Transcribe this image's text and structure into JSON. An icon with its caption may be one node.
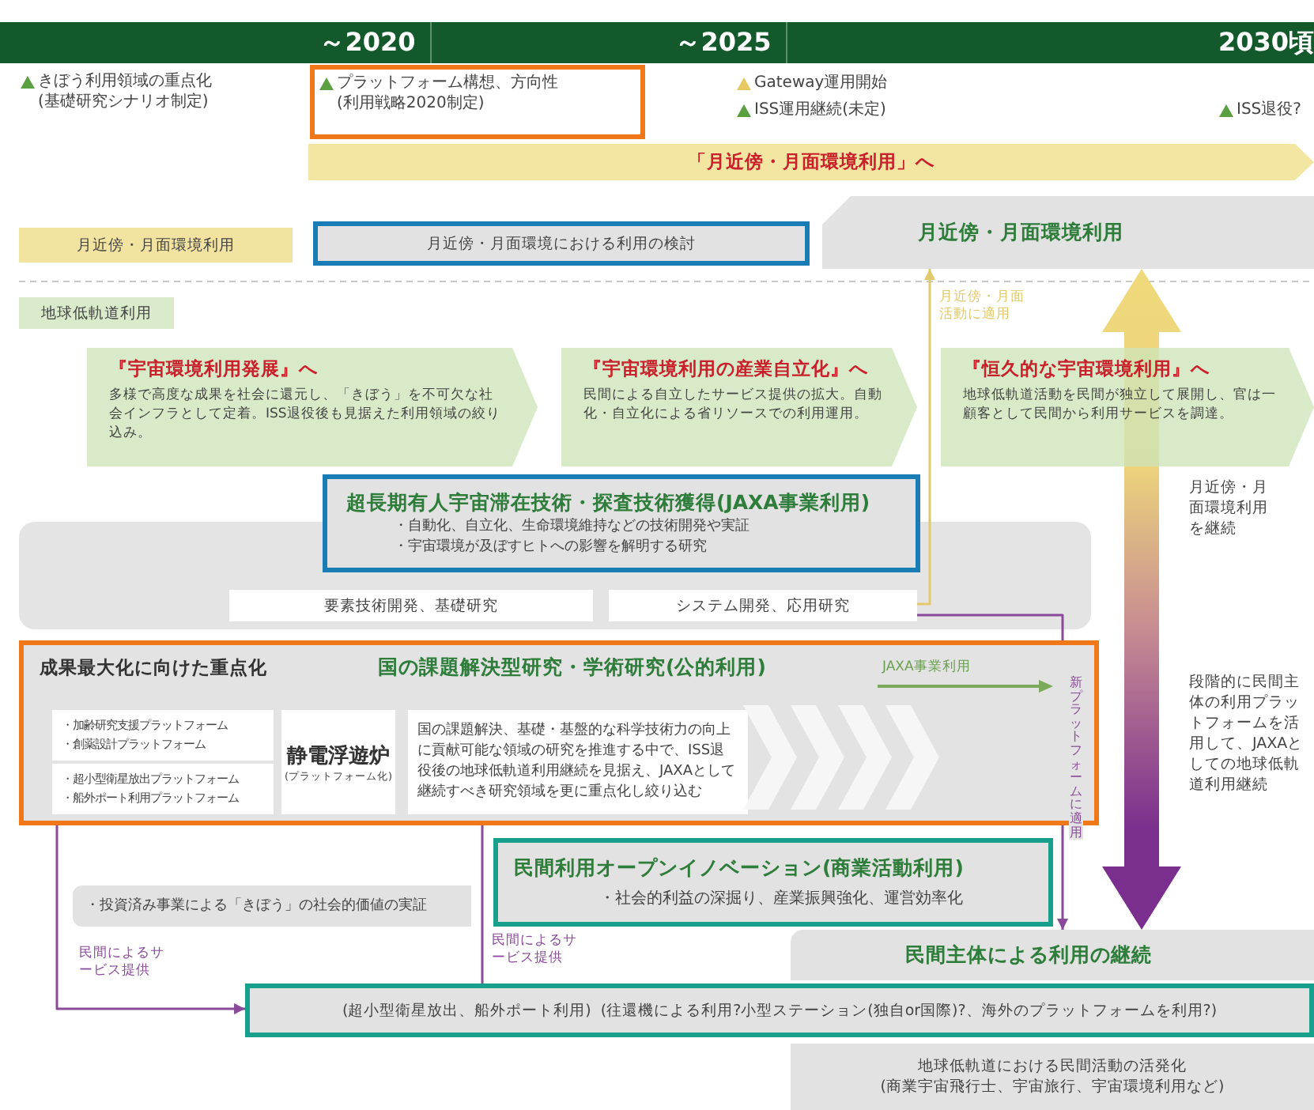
{
  "diagram": {
    "nodes": [
      {
        "text": [
          "「月近傍・月面環境利用」へ"
        ]
      },
      {
        "text": [
          "月近傍・月面環境利用"
        ]
      },
      {
        "text": [
          "月近傍・月面環境における利用の検討"
        ]
      },
      {
        "text": [
          "月近傍・月面環境利用"
        ]
      },
      {
        "text": [
          "地球低軌道利用"
        ]
      },
      {
        "text": [
          "『宇宙環境利用発展』へ",
          "多様で高度な成果を社会に還元し、「きぼう」を不可欠な社会インフラとして定着。ISS退役後も見据えた利用領域の絞り込み。"
        ]
      },
      {
        "text": [
          "『宇宙環境利用の産業自立化』へ",
          "民間による自立したサービス提供の拡大。自動化・自立化による省リソースでの利用運用。"
        ]
      },
      {
        "text": [
          "『恒久的な宇宙環境利用』へ",
          "地球低軌道活動を民間が独立して展開し、官は一顧客として民間から利用サービスを調達。"
        ]
      },
      {
        "text": [
          "超長期有人宇宙滞在技術・探査技術獲得(JAXA事業利用)",
          "・自動化、自立化、生命環境維持などの技術開発や実証",
          "・宇宙環境が及ぼすヒトへの影響を解明する研究"
        ]
      },
      {
        "text": [
          "要素技術開発、基礎研究"
        ]
      },
      {
        "text": [
          "システム開発、応用研究"
        ]
      },
      {
        "text": [
          "成果最大化に向けた重点化",
          "国の課題解決型研究・学術研究(公的利用)"
        ]
      },
      {
        "text": [
          "・加齢研究支援プラットフォーム",
          "・創薬設計プラットフォーム"
        ],
        "in": 11
      },
      {
        "text": [
          "・超小型衛星放出プラットフォーム",
          "・船外ポート利用プラットフォーム"
        ],
        "in": 11
      },
      {
        "text": [
          "静電浮遊炉",
          "(プラットフォーム化)"
        ],
        "in": 11
      },
      {
        "text": [
          "国の課題解決、基礎・基盤的な科学技術力の向上に貢献可能な領域の研究を推進する中で、ISS退役後の地球低軌道利用継続を見据え、JAXAとして継続すべき研究領域を更に重点化し絞り込む"
        ],
        "in": 11
      },
      {
        "text": [
          "・投資済み事業による「きぼう」の社会的価値の実証"
        ]
      },
      {
        "text": [
          "民間利用オープンイノベーション(商業活動利用)",
          "・社会的利益の深掘り、産業振興強化、運営効率化"
        ]
      },
      {
        "text": [
          "民間主体による利用の継続"
        ]
      },
      {
        "text": [
          "(超小型衛星放出、船外ポート利用)",
          "(往還機による利用?小型ステーション(独自or国際)?、海外のプラットフォームを利用?)"
        ]
      },
      {
        "text": [
          "地球低軌道における民間活動の活発化",
          "(商業宇宙飛行士、宇宙旅行、宇宙環境利用など)"
        ]
      }
    ],
    "edges": [
      {
        "from": 13,
        "to": 19,
        "arrow": "to",
        "label": "民間によるサービス提供"
      },
      {
        "from": 15,
        "to": 19,
        "arrow": "none",
        "label": "民間によるサービス提供"
      },
      {
        "from": 10,
        "to": 3,
        "arrow": "to",
        "label": "月近傍・月面活動に適用",
        "color": "#e2c96e"
      },
      {
        "from": 10,
        "to": 18,
        "arrow": "to",
        "label": "新プラットフォームに適用"
      },
      {
        "from": 3,
        "to": 18,
        "arrow": "both",
        "style": "thick"
      }
    ],
    "labels": [
      "～2020",
      "～2025",
      "2030頃",
      "きぼう利用領域の重点化(基礎研究シナリオ制定)",
      "プラットフォーム構想、方向性(利用戦略2020制定)",
      "Gateway運用開始",
      "ISS運用継続(未定)",
      "ISS退役?",
      "JAXA事業利用",
      "月近傍・月面環境利用を継続",
      "段階的に民間主体の利用プラットフォームを活用して、JAXAとしての地球低軌道利用継続"
    ]
  }
}
